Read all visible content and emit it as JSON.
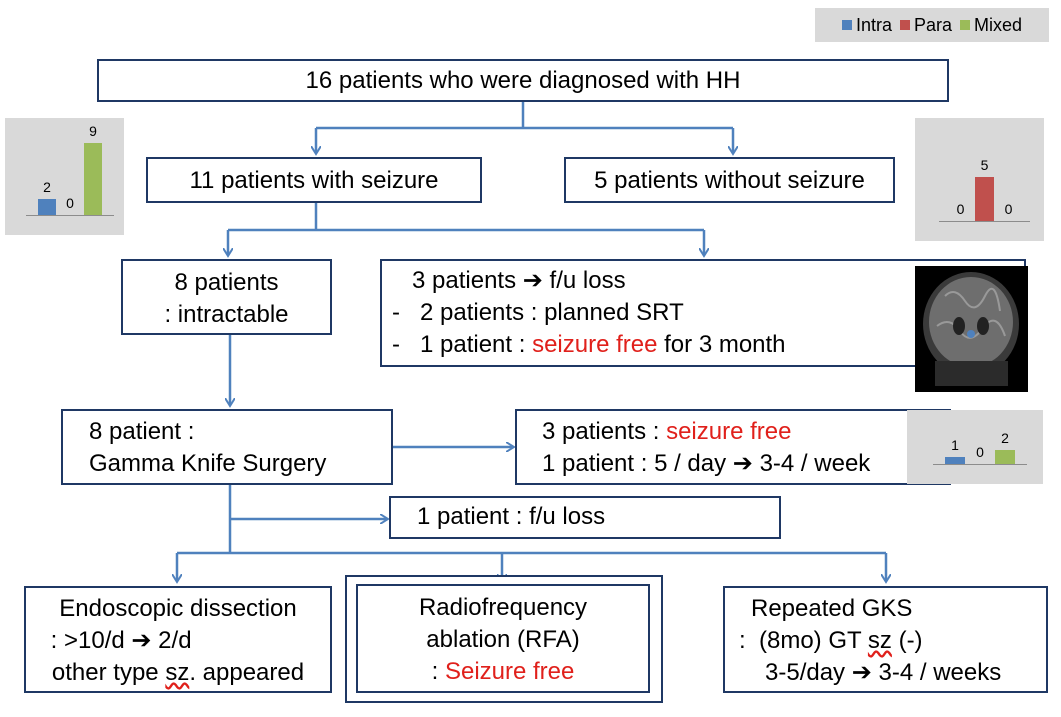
{
  "legend": {
    "items": [
      {
        "label": "Intra",
        "color": "#4f81bd"
      },
      {
        "label": "Para",
        "color": "#c0504d"
      },
      {
        "label": "Mixed",
        "color": "#9bbb59"
      }
    ]
  },
  "boxes": {
    "top": {
      "line1": "16 patients who were diagnosed with HH"
    },
    "with_seizure": {
      "line1": "11 patients with seizure"
    },
    "without_seizure": {
      "line1": "5 patients without seizure"
    },
    "intractable": {
      "line1": "8 patients",
      "line2": ": intractable"
    },
    "followup_loss": {
      "line1_a": "3 patients ",
      "line1_b": " f/u loss",
      "line2": "-   2 patients : planned SRT",
      "line3_a": "-   1 patient : ",
      "line3_red": "seizure free",
      "line3_b": " for 3 month"
    },
    "gks": {
      "line1": "8 patient :",
      "line2": "Gamma Knife Surgery"
    },
    "gks_result": {
      "line1_a": "3 patients : ",
      "line1_red": "seizure free",
      "line2_a": "1 patient : 5 / day ",
      "line2_b": " 3-4 / week"
    },
    "gks_loss": {
      "line1": "1 patient : f/u loss"
    },
    "endoscopic": {
      "line1": "Endoscopic dissection",
      "line2_a": " : >10/d ",
      "line2_b": " 2/d",
      "line3_a": "other type ",
      "line3_b": "sz",
      "line3_c": ". appeared"
    },
    "rfa": {
      "line1": "Radiofrequency",
      "line2": "ablation (RFA)",
      "line3_a": ": ",
      "line3_red": "Seizure free"
    },
    "repeated_gks": {
      "line1": "Repeated GKS",
      "line2_a": ":  (8mo) GT ",
      "line2_b": "sz",
      "line2_c": " (-)",
      "line3_a": "3-5/day ",
      "line3_b": " 3-4 / weeks"
    }
  },
  "arrow_glyph": "➔",
  "charts": {
    "seizure": {
      "values": [
        2,
        0,
        9
      ],
      "labels": [
        "2",
        "0",
        "9"
      ]
    },
    "no_seizure": {
      "values": [
        0,
        5,
        0
      ],
      "labels": [
        "0",
        "5",
        "0"
      ]
    },
    "gks": {
      "values": [
        1,
        0,
        2
      ],
      "labels": [
        "1",
        "0",
        "2"
      ]
    }
  }
}
